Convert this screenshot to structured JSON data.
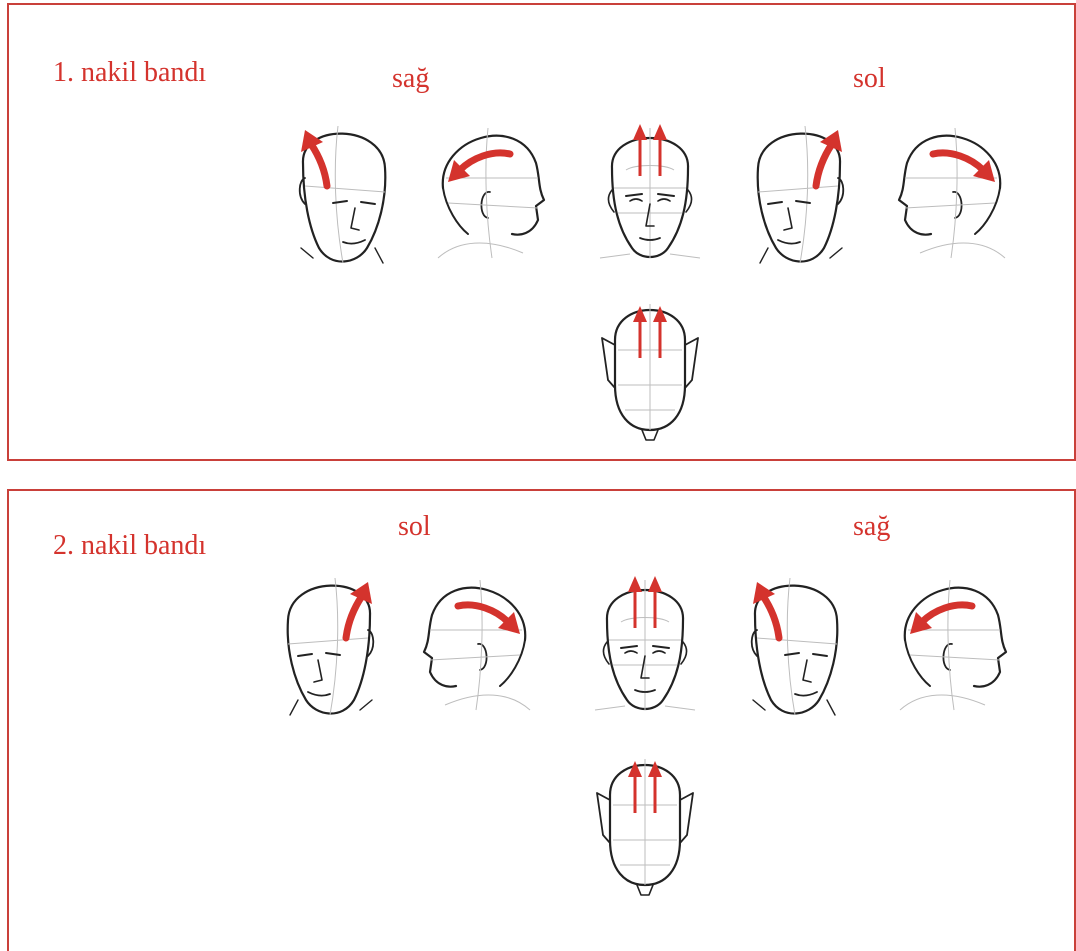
{
  "bands": [
    {
      "title": "1. nakil bandı",
      "left_label": "sağ",
      "right_label": "sol",
      "views": [
        {
          "view": "three-quarter-left",
          "arrow": "up-curve-left"
        },
        {
          "view": "profile-right",
          "arrow": "curve-left"
        },
        {
          "view": "front",
          "arrow": "double-up"
        },
        {
          "view": "three-quarter-right",
          "arrow": "up-curve-right"
        },
        {
          "view": "profile-left",
          "arrow": "curve-right"
        },
        {
          "view": "top",
          "arrow": "double-up"
        }
      ]
    },
    {
      "title": "2. nakil bandı",
      "left_label": "sol",
      "right_label": "sağ",
      "views": [
        {
          "view": "three-quarter-right",
          "arrow": "up-curve-right"
        },
        {
          "view": "profile-left",
          "arrow": "curve-right"
        },
        {
          "view": "front",
          "arrow": "double-up"
        },
        {
          "view": "three-quarter-left",
          "arrow": "up-curve-left"
        },
        {
          "view": "profile-right",
          "arrow": "curve-left"
        },
        {
          "view": "top",
          "arrow": "double-up"
        }
      ]
    }
  ],
  "colors": {
    "accent": "#d4332d",
    "border": "#c9403a",
    "sketch": "#222222"
  }
}
